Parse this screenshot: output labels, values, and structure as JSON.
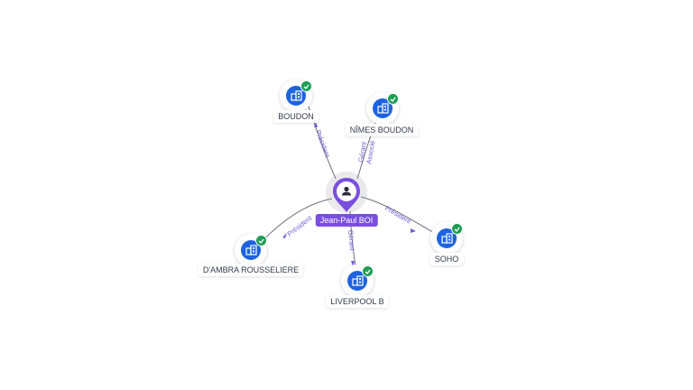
{
  "center": {
    "name": "Jean-Paul BOI",
    "icon": "person-icon"
  },
  "companies": [
    {
      "id": "boudon",
      "name": "BOUDON",
      "icon": "building-icon",
      "verified": true
    },
    {
      "id": "nimes",
      "name": "NÎMES BOUDON",
      "icon": "building-icon",
      "verified": true
    },
    {
      "id": "dambra",
      "name": "D'AMBRA ROUSSELIERE",
      "icon": "building-icon",
      "verified": true
    },
    {
      "id": "soho",
      "name": "SOHO",
      "icon": "building-icon",
      "verified": true
    },
    {
      "id": "liverpool",
      "name": "LIVERPOOL B",
      "icon": "building-icon",
      "verified": true
    }
  ],
  "relations": [
    {
      "to": "boudon",
      "label": "Président"
    },
    {
      "to": "nimes",
      "label": "Gérant"
    },
    {
      "to": "nimes",
      "label": "Associé"
    },
    {
      "to": "dambra",
      "label": "Président"
    },
    {
      "to": "soho",
      "label": "Président"
    },
    {
      "to": "liverpool",
      "label": "Gérant"
    }
  ],
  "colors": {
    "company": "#1d63e0",
    "verified": "#1e9e55",
    "person": "#7a4fe0",
    "relation_label": "#6c5fd1"
  }
}
